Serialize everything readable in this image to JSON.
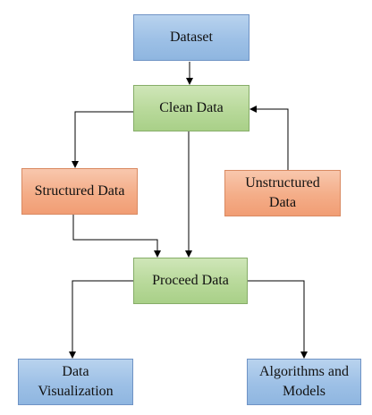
{
  "diagram": {
    "nodes": {
      "dataset": "Dataset",
      "clean_data": "Clean Data",
      "structured_data": "Structured Data",
      "unstructured_data": "Unstructured\nData",
      "proceed_data": "Proceed Data",
      "data_visualization": "Data\nVisualization",
      "algorithms_models": "Algorithms and\nModels"
    },
    "colors": {
      "blue_fill": "#9dc0e6",
      "green_fill": "#b8d99a",
      "orange_fill": "#f4ad88",
      "arrow": "#000000"
    }
  }
}
